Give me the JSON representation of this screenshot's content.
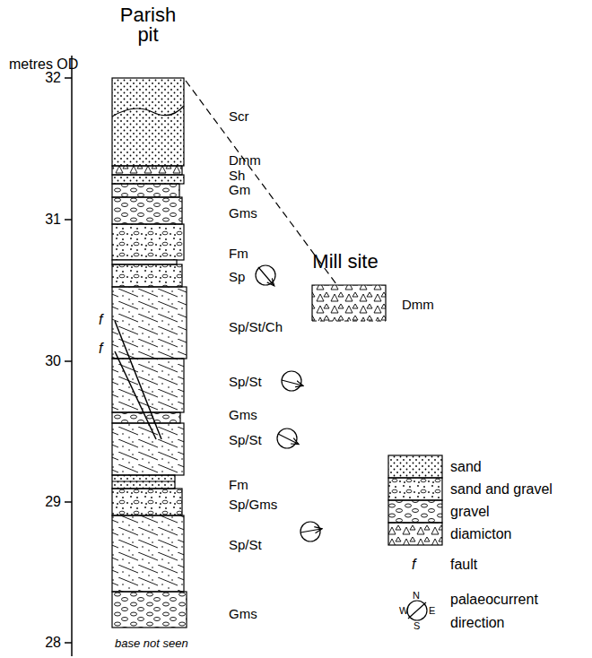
{
  "diagram": {
    "labels": [
      "Parish pit",
      "metres OD",
      "32",
      "31",
      "30",
      "29",
      "28",
      "Scr",
      "Dmm",
      "Sh",
      "Gm",
      "Gms",
      "Fm",
      "Sp",
      "Sp/St/Ch",
      "Sp/St",
      "Gms",
      "Sp/St",
      "Fm",
      "Sp/Gms",
      "Sp/St",
      "Gms",
      "Mill site",
      "Dmm",
      "f",
      "f",
      "base not seen",
      "f",
      "N",
      "W",
      "E",
      "S"
    ],
    "legend": [
      {
        "text": "sand"
      },
      {
        "text": "sand and gravel"
      },
      {
        "text": "gravel"
      },
      {
        "text": "diamicton"
      },
      {
        "text": "fault"
      },
      {
        "text": "palaeocurrent direction"
      }
    ]
  }
}
